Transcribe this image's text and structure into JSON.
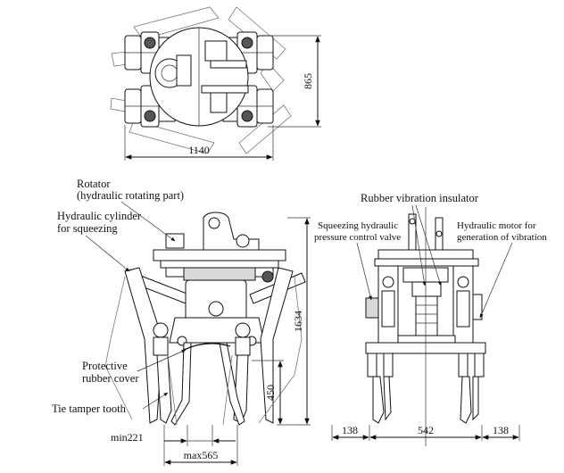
{
  "top_view": {
    "dim_width": "1140",
    "dim_height": "865"
  },
  "front_view": {
    "label_rotator_line1": "Rotator",
    "label_rotator_line2": "(hydraulic rotating part)",
    "label_cylinder_line1": "Hydraulic cylinder",
    "label_cylinder_line2": "for squeezing",
    "label_cover_line1": "Protective",
    "label_cover_line2": "rubber cover",
    "label_tooth": "Tie tamper tooth",
    "dim_height": "1634",
    "dim_tooth": "450",
    "dim_min": "min221",
    "dim_max": "max565"
  },
  "side_view": {
    "label_insulator": "Rubber vibration insulator",
    "label_valve_line1": "Squeezing hydraulic",
    "label_valve_line2": "pressure control valve",
    "label_motor_line1": "Hydraulic motor for",
    "label_motor_line2": "generation of vibration",
    "dim_left": "138",
    "dim_center": "542",
    "dim_right": "138"
  }
}
